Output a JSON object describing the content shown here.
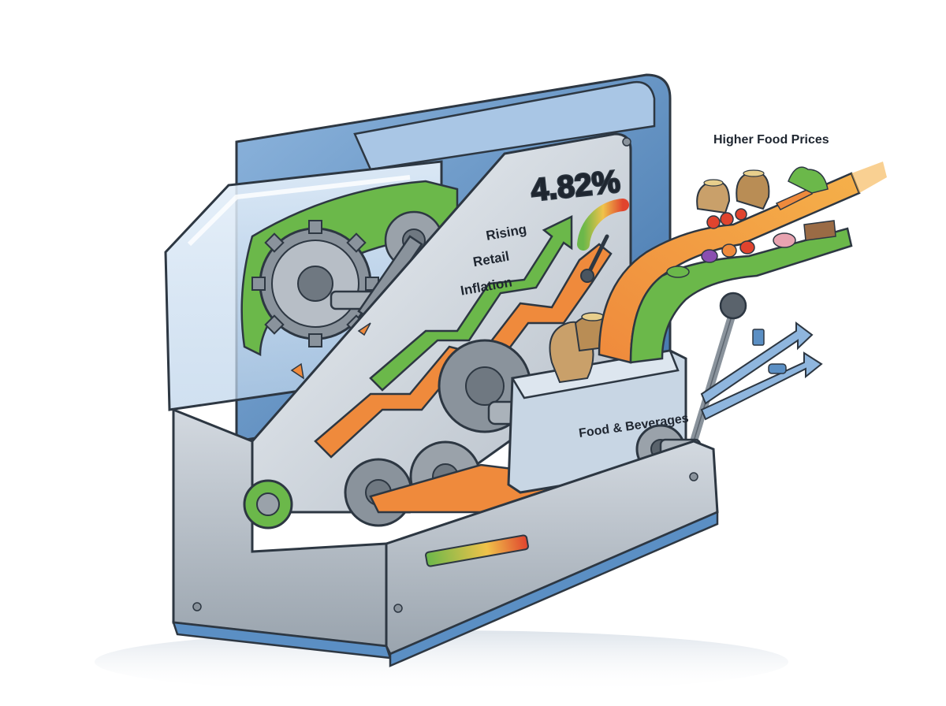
{
  "labels": {
    "inflation_rate": "4.82%",
    "rising_line1": "Rising",
    "rising_line2": "Retail",
    "rising_line3": "Inflation",
    "food_beverages": "Food & Beverages",
    "higher_food_prices": "Higher Food Prices"
  },
  "colors": {
    "casing_blue": "#5b8fc4",
    "casing_light": "#c9dbee",
    "panel_grey": "#c2c9d2",
    "gear_grey": "#8a939c",
    "arrow_green": "#6bb84a",
    "arrow_orange": "#ef8a3c",
    "gauge_red": "#e0442e",
    "outline": "#2d3742"
  },
  "gauge": {
    "level_fraction": 0.82
  }
}
